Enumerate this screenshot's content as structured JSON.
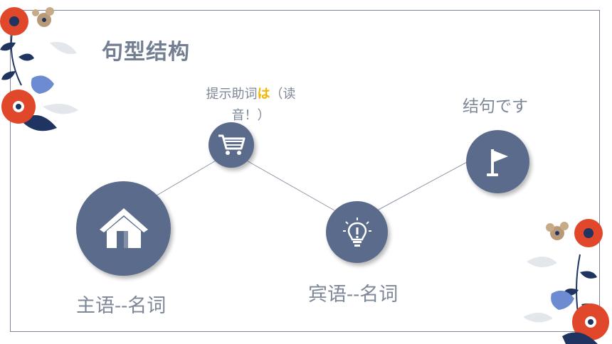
{
  "slide": {
    "title": "句型结构",
    "subject_label": "主语--名词",
    "object_label": "宾语--名词",
    "ending_label": "结句です",
    "particle_note": {
      "prefix": "提示助词",
      "highlight": "は",
      "suffix": "（读音！）"
    }
  },
  "icons": {
    "subject": "home-icon",
    "particle": "shopping-cart-icon",
    "object": "lightbulb-icon",
    "ending": "flag-icon"
  },
  "colors": {
    "node": "#5b6b8c",
    "highlight": "#f5b400",
    "text": "#7d8798",
    "flower_red": "#e0472b",
    "flower_navy": "#1f3460"
  }
}
